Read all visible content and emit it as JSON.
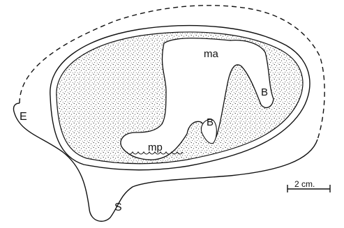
{
  "figure": {
    "labels": {
      "ma": "ma",
      "mp": "mp",
      "b_right": "B",
      "b_middle": "B",
      "e": "E",
      "s": "S"
    },
    "scale_bar": {
      "label": "2 cm."
    },
    "colors": {
      "line": "#111111",
      "background": "#ffffff"
    }
  }
}
